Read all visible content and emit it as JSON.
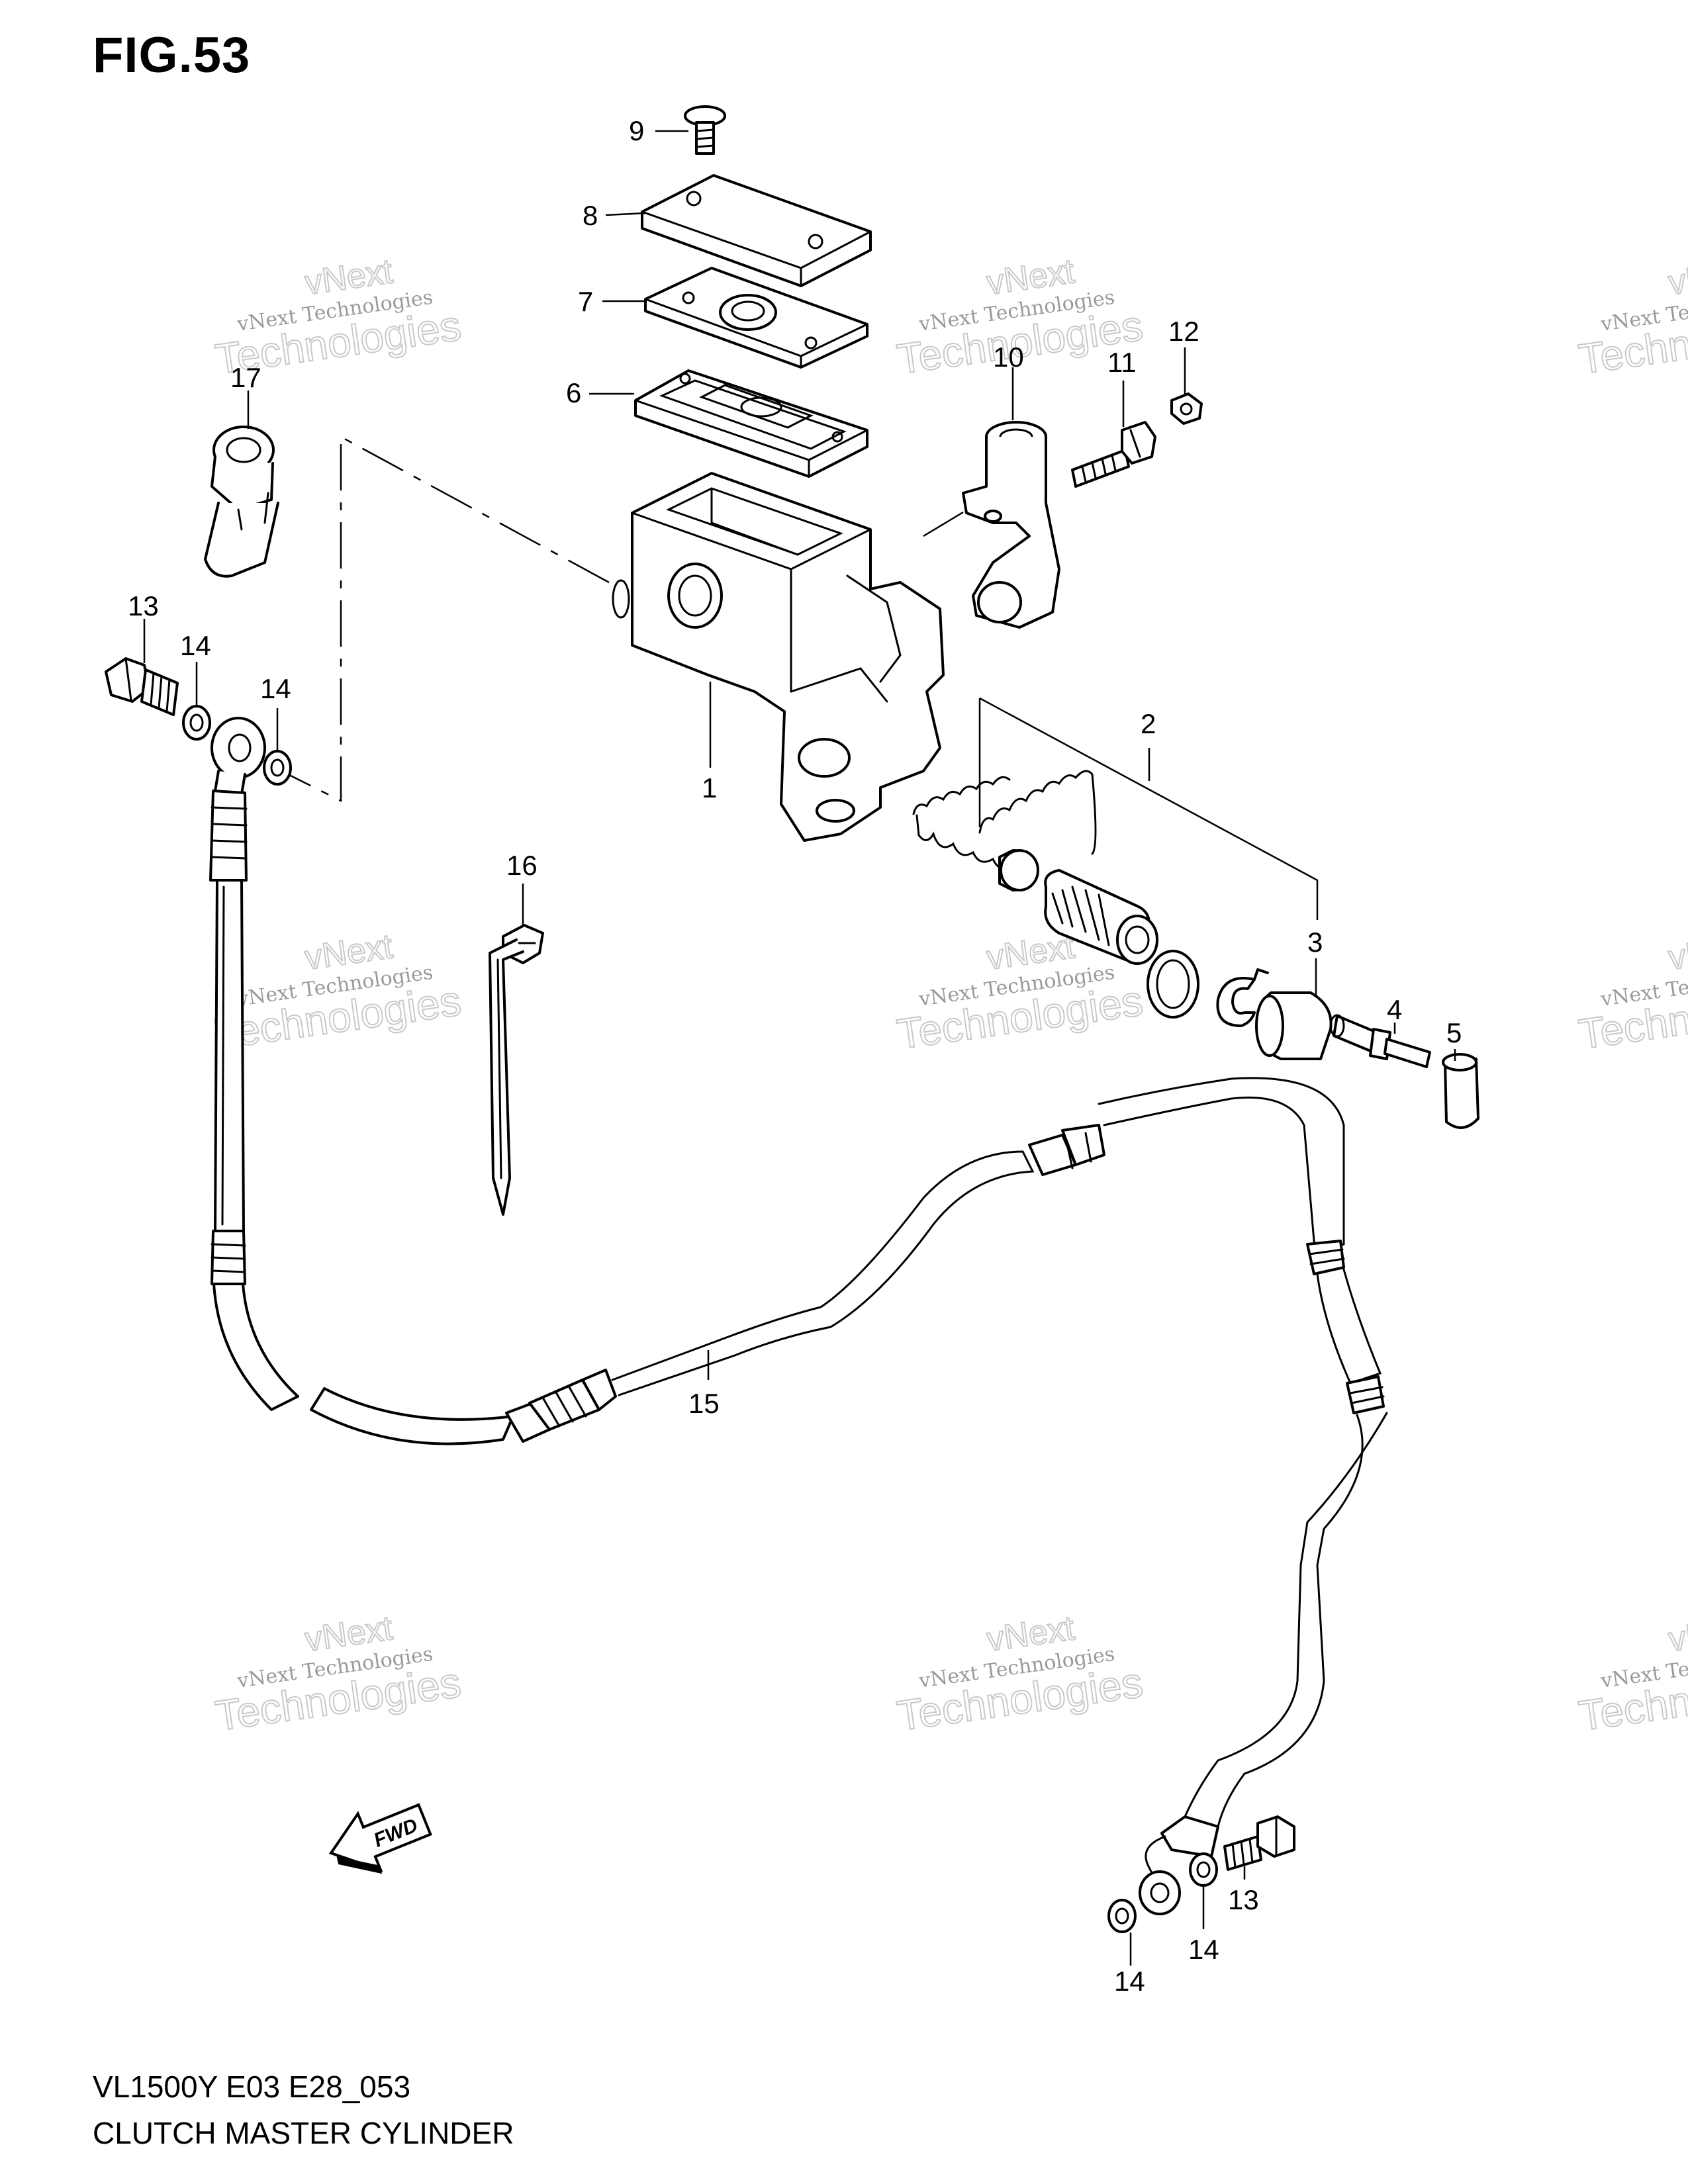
{
  "figure": {
    "title": "FIG.53",
    "model_code": "VL1500Y E03 E28_053",
    "name": "CLUTCH MASTER CYLINDER"
  },
  "callouts": {
    "c1": "1",
    "c2": "2",
    "c3": "3",
    "c4": "4",
    "c5": "5",
    "c6": "6",
    "c7": "7",
    "c8": "8",
    "c9": "9",
    "c10": "10",
    "c11": "11",
    "c12": "12",
    "c13a": "13",
    "c13b": "13",
    "c14a": "14",
    "c14b": "14",
    "c14c": "14",
    "c14d": "14",
    "c15": "15",
    "c16": "16",
    "c17": "17"
  },
  "watermark": {
    "line1": "vNext Technologies",
    "line2": "Technologies",
    "line3": "vNext"
  },
  "fwd_label": "FWD",
  "icons": {
    "fwd": "fwd-arrow-icon"
  }
}
